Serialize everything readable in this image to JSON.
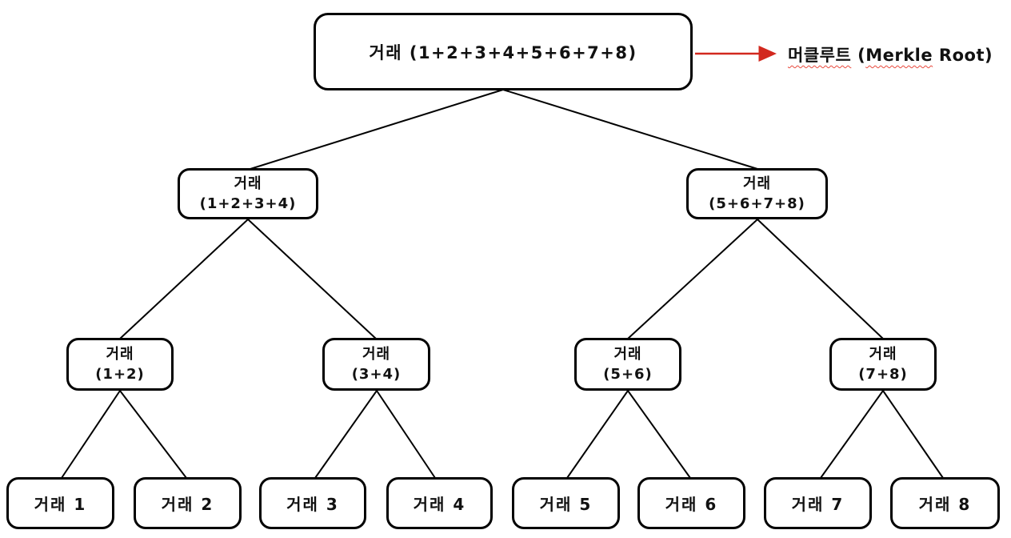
{
  "diagram": {
    "type": "merkle-tree",
    "colors": {
      "background": "#ffffff",
      "node_border": "#000000",
      "edge": "#000000",
      "arrow": "#d2281e",
      "spellcheck_underline": "#e8493c"
    },
    "root": {
      "label": "거래 (1+2+3+4+5+6+7+8)"
    },
    "annotation": {
      "part1": "머클루트",
      "part2": " (",
      "part3": "Merkle",
      "part4": " Root)"
    },
    "level2": {
      "left": {
        "line1": "거래",
        "line2": "(1+2+3+4)"
      },
      "right": {
        "line1": "거래",
        "line2": "(5+6+7+8)"
      }
    },
    "level3": {
      "n12": {
        "line1": "거래",
        "line2": "(1+2)"
      },
      "n34": {
        "line1": "거래",
        "line2": "(3+4)"
      },
      "n56": {
        "line1": "거래",
        "line2": "(5+6)"
      },
      "n78": {
        "line1": "거래",
        "line2": "(7+8)"
      }
    },
    "leaves": {
      "t1": "거래 1",
      "t2": "거래 2",
      "t3": "거래 3",
      "t4": "거래 4",
      "t5": "거래 5",
      "t6": "거래 6",
      "t7": "거래 7",
      "t8": "거래 8"
    }
  }
}
